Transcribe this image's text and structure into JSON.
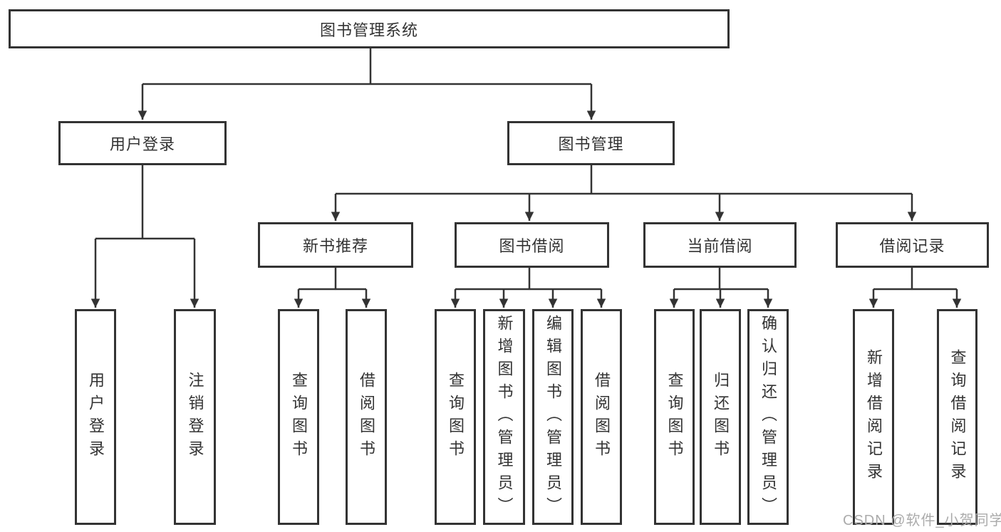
{
  "diagram_title": "图书管理系统",
  "watermark": "CSDN @软件_小贺同学",
  "colors": {
    "line": "#333333",
    "box_border": "#333333",
    "box_background": "#ffffff",
    "text": "#333333",
    "watermark_text": "#ababab"
  },
  "tree": {
    "root": {
      "label": "图书管理系统"
    },
    "branches": [
      {
        "label": "用户登录",
        "children": [
          {
            "label": "用户登录"
          },
          {
            "label": "注销登录"
          }
        ]
      },
      {
        "label": "图书管理",
        "children": [
          {
            "label": "新书推荐",
            "children": [
              {
                "label": "查询图书"
              },
              {
                "label": "借阅图书"
              }
            ]
          },
          {
            "label": "图书借阅",
            "children": [
              {
                "label": "查询图书"
              },
              {
                "label": "新增图书（管理员）"
              },
              {
                "label": "编辑图书（管理员）"
              },
              {
                "label": "借阅图书"
              }
            ]
          },
          {
            "label": "当前借阅",
            "children": [
              {
                "label": "查询图书"
              },
              {
                "label": "归还图书"
              },
              {
                "label": "确认归还（管理员）"
              }
            ]
          },
          {
            "label": "借阅记录",
            "children": [
              {
                "label": "新增借阅记录"
              },
              {
                "label": "查询借阅记录"
              }
            ]
          }
        ]
      }
    ]
  }
}
